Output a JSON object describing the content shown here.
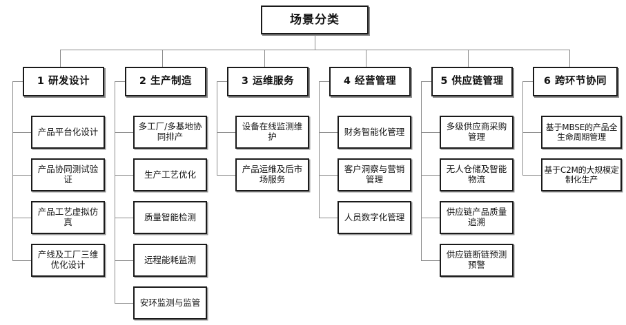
{
  "diagram": {
    "type": "organization-tree",
    "root": {
      "label": "场景分类"
    },
    "columns": [
      {
        "header": "1 研发设计",
        "items": [
          "产品平台化设计",
          "产品协同测试验证",
          "产品工艺虚拟仿真",
          "产线及工厂三维优化设计"
        ]
      },
      {
        "header": "2 生产制造",
        "items": [
          "多工厂/多基地协同排产",
          "生产工艺优化",
          "质量智能检测",
          "远程能耗监测",
          "安环监测与监管"
        ]
      },
      {
        "header": "3 运维服务",
        "items": [
          "设备在线监测维护",
          "产品运维及后市场服务"
        ]
      },
      {
        "header": "4 经营管理",
        "items": [
          "财务智能化管理",
          "客户洞察与营销管理",
          "人员数字化管理"
        ]
      },
      {
        "header": "5 供应链管理",
        "items": [
          "多级供应商采购管理",
          "无人仓储及智能物流",
          "供应链产品质量追溯",
          "供应链断链预测预警"
        ]
      },
      {
        "header": "6 跨环节协同",
        "items": [
          "基于MBSE的产品全生命周期管理",
          "基于C2M的大规模定制化生产"
        ]
      }
    ]
  },
  "colors": {
    "box_border": "#1a1a1a",
    "connector": "#8a8a8a",
    "background": "#ffffff",
    "text": "#111111"
  }
}
